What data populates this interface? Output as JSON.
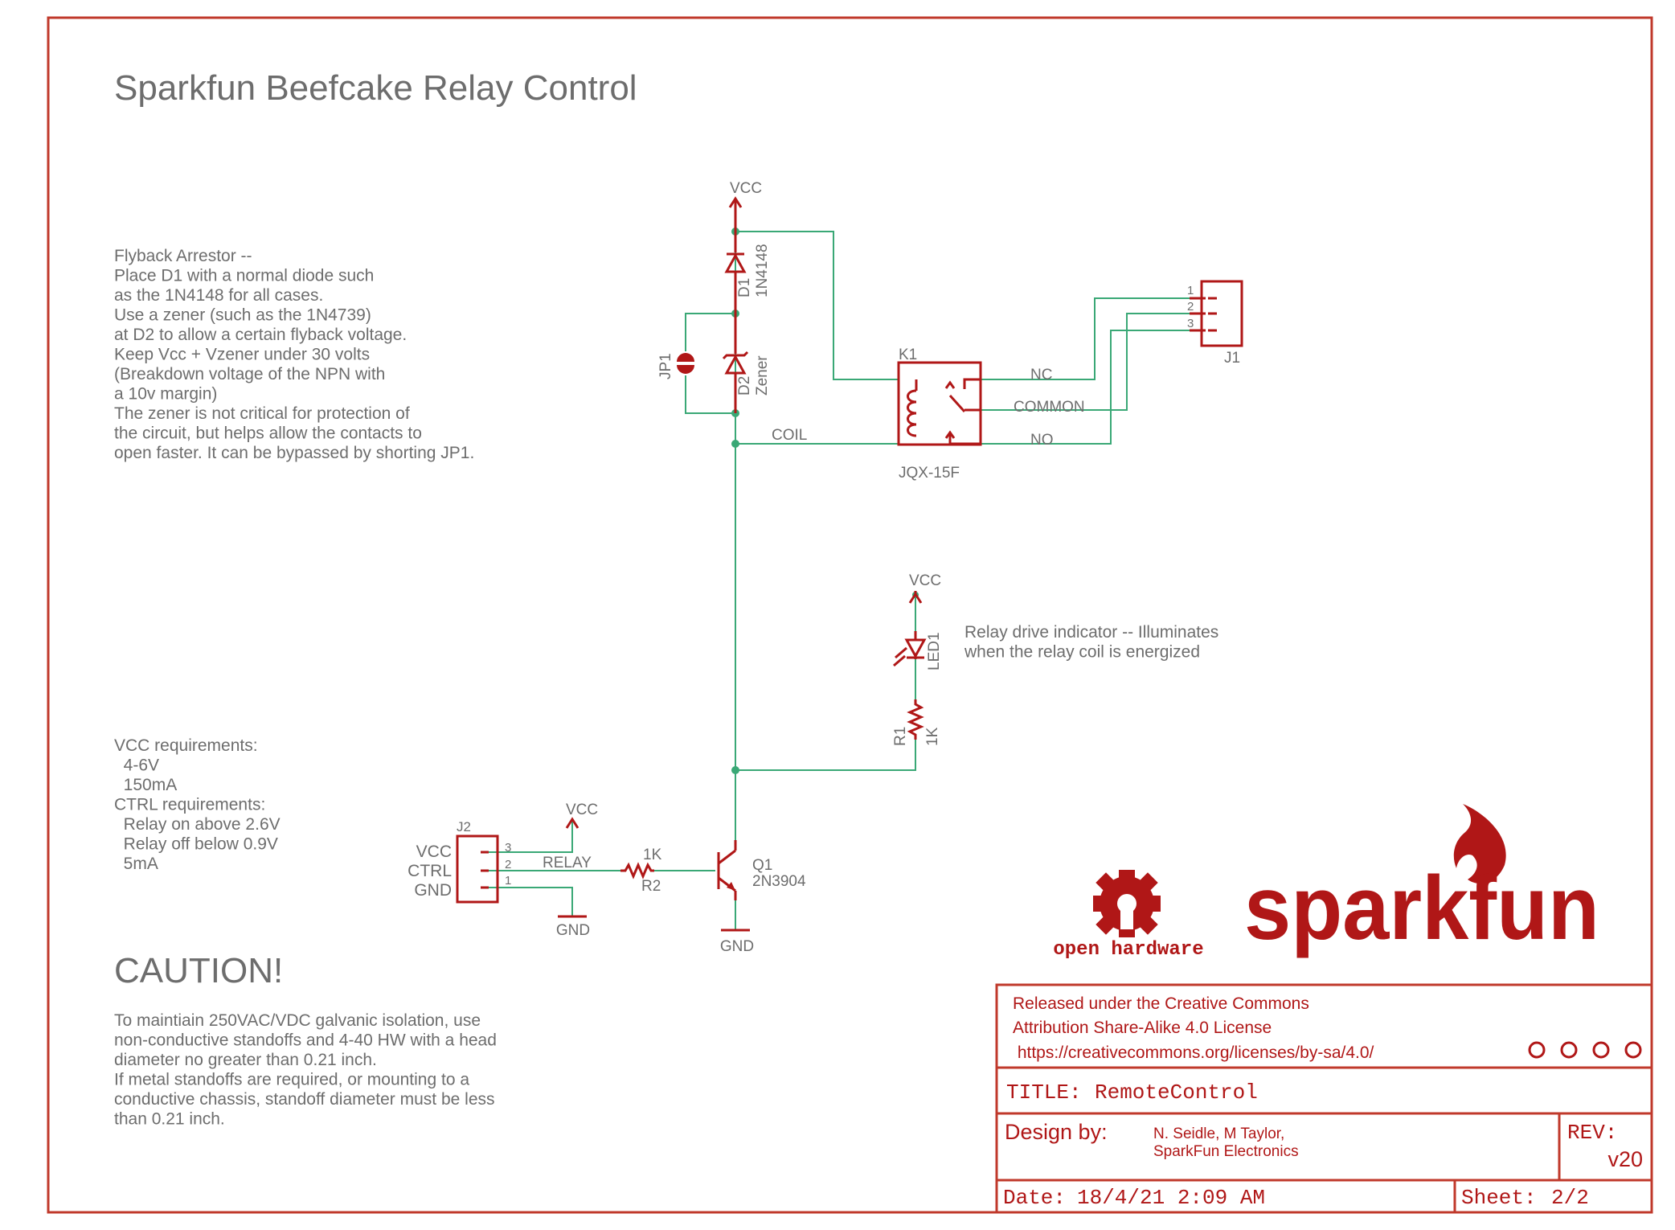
{
  "title": "Sparkfun Beefcake Relay Control",
  "notes": {
    "flyback": [
      "Flyback Arrestor --",
      "",
      "Place D1 with a normal diode such",
      "as the 1N4148 for all cases.",
      "",
      "Use a zener (such as the 1N4739)",
      "at D2 to allow a certain flyback voltage.",
      "Keep Vcc + Vzener under 30 volts",
      "(Breakdown voltage of the NPN with",
      "a 10v margin)",
      "",
      "The zener is not critical for protection of",
      "the circuit, but helps allow the contacts to",
      "open faster.  It can be bypassed by shorting JP1."
    ],
    "requirements": [
      "VCC requirements:",
      "  4-6V",
      "  150mA",
      "",
      "CTRL requirements:",
      "  Relay on above 2.6V",
      "  Relay off below 0.9V",
      "  5mA"
    ],
    "caution_heading": "CAUTION!",
    "caution": [
      "To maintiain 250VAC/VDC galvanic isolation, use",
      "non-conductive standoffs and 4-40 HW with a head",
      "diameter no greater than 0.21 inch.",
      "",
      "If metal standoffs are required, or mounting to a",
      "conductive chassis, standoff diameter must be less",
      "than 0.21 inch."
    ],
    "led_note": [
      "Relay drive indicator -- Illuminates",
      "when the relay coil is energized"
    ]
  },
  "parts": {
    "vcc_top": "VCC",
    "d1_ref": "D1",
    "d1_val": "1N4148",
    "d2_ref": "D2",
    "d2_val": "Zener",
    "jp1_ref": "JP1",
    "coil_net": "COIL",
    "k1_ref": "K1",
    "k1_val": "JQX-15F",
    "nc": "NC",
    "common": "COMMON",
    "no": "NO",
    "j1_ref": "J1",
    "j1_pins": [
      "1",
      "2",
      "3"
    ],
    "vcc_led": "VCC",
    "led1_ref": "LED1",
    "r1_ref": "R1",
    "r1_val": "1K",
    "j2_ref": "J2",
    "j2_labels": [
      "VCC",
      "CTRL",
      "GND"
    ],
    "j2_pins": [
      "3",
      "2",
      "1"
    ],
    "vcc_j2": "VCC",
    "gnd_j2": "GND",
    "relay_net": "RELAY",
    "r2_ref": "R2",
    "r2_val": "1K",
    "q1_ref": "Q1",
    "q1_val": "2N3904",
    "gnd_q1": "GND"
  },
  "logos": {
    "oshw": "open hardware",
    "sparkfun": "sparkfun"
  },
  "title_block": {
    "license": [
      "Released under the Creative Commons",
      "Attribution Share-Alike 4.0 License",
      " https://creativecommons.org/licenses/by-sa/4.0/"
    ],
    "title_label": "TITLE:",
    "title_value": "RemoteControl",
    "design_label": "Design by:",
    "design_value": [
      "N. Seidle, M Taylor,",
      "SparkFun Electronics"
    ],
    "rev_label": "REV:",
    "rev_value": "v20",
    "date_label": "Date:",
    "date_value": "18/4/21 2:09 AM",
    "sheet_label": "Sheet:",
    "sheet_value": "2/2"
  },
  "colors": {
    "wire": "#3aa876",
    "part": "#b01717",
    "frame": "#c0392b",
    "text": "#6d6d6d"
  }
}
